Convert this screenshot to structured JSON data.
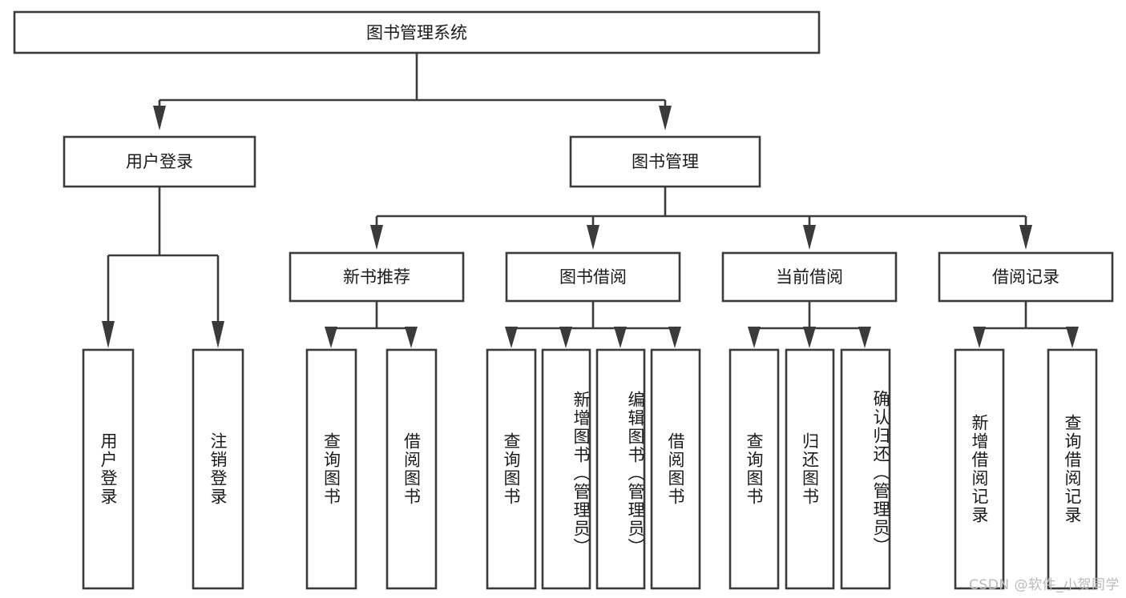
{
  "diagram": {
    "title": "图书管理系统",
    "type": "tree-hierarchy-diagram",
    "root": {
      "label": "图书管理系统",
      "orientation": "horizontal"
    },
    "level2": [
      {
        "label": "用户登录",
        "orientation": "horizontal"
      },
      {
        "label": "图书管理",
        "orientation": "horizontal"
      }
    ],
    "level3": [
      {
        "label": "新书推荐",
        "orientation": "horizontal"
      },
      {
        "label": "图书借阅",
        "orientation": "horizontal"
      },
      {
        "label": "当前借阅",
        "orientation": "horizontal"
      },
      {
        "label": "借阅记录",
        "orientation": "horizontal"
      }
    ],
    "leaves": {
      "user_login": [
        {
          "label": "用户登录",
          "orientation": "vertical"
        },
        {
          "label": "注销登录",
          "orientation": "vertical"
        }
      ],
      "new_book_recommend": [
        {
          "label": "查询图书",
          "orientation": "vertical"
        },
        {
          "label": "借阅图书",
          "orientation": "vertical"
        }
      ],
      "book_borrow": [
        {
          "label": "查询图书",
          "orientation": "vertical"
        },
        {
          "label": "新增图书（管理员）",
          "orientation": "vertical"
        },
        {
          "label": "编辑图书（管理员）",
          "orientation": "vertical"
        },
        {
          "label": "借阅图书",
          "orientation": "vertical"
        }
      ],
      "current_borrow": [
        {
          "label": "查询图书",
          "orientation": "vertical"
        },
        {
          "label": "归还图书",
          "orientation": "vertical"
        },
        {
          "label": "确认归还（管理员）",
          "orientation": "vertical"
        }
      ],
      "borrow_record": [
        {
          "label": "新增借阅记录",
          "orientation": "vertical"
        },
        {
          "label": "查询借阅记录",
          "orientation": "vertical"
        }
      ]
    },
    "colors": {
      "box_stroke": "#3b3b3b",
      "box_fill": "#ffffff",
      "text": "#1a1a1a",
      "connector": "#3b3b3b",
      "background": "#ffffff",
      "watermark": "#b9b9b9"
    }
  },
  "watermark": {
    "text": "CSDN @软件_小贺同学"
  }
}
